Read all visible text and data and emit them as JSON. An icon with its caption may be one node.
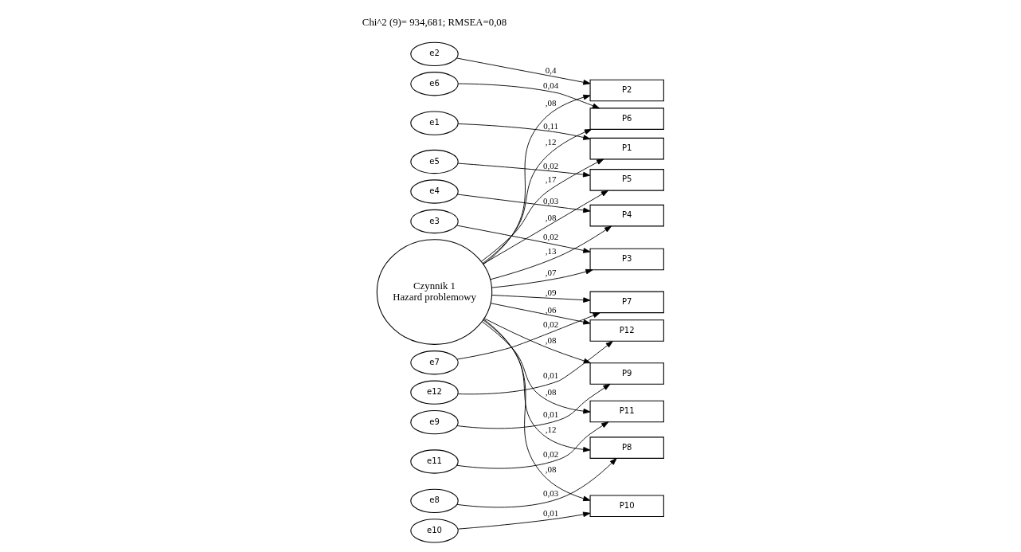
{
  "diagram": {
    "nodes": [
      {
        "text": [
          "e1"
        ]
      },
      {
        "text": [
          "e2"
        ]
      },
      {
        "text": [
          "e3"
        ]
      },
      {
        "text": [
          "e4"
        ]
      },
      {
        "text": [
          "e5"
        ]
      },
      {
        "text": [
          "e6"
        ]
      },
      {
        "text": [
          "e7"
        ]
      },
      {
        "text": [
          "e8"
        ]
      },
      {
        "text": [
          "e9"
        ]
      },
      {
        "text": [
          "e10"
        ]
      },
      {
        "text": [
          "e11"
        ]
      },
      {
        "text": [
          "e12"
        ]
      },
      {
        "text": [
          "P1"
        ]
      },
      {
        "text": [
          "P2"
        ]
      },
      {
        "text": [
          "P3"
        ]
      },
      {
        "text": [
          "P4"
        ]
      },
      {
        "text": [
          "P5"
        ]
      },
      {
        "text": [
          "P6"
        ]
      },
      {
        "text": [
          "P7"
        ]
      },
      {
        "text": [
          "P8"
        ]
      },
      {
        "text": [
          "P9"
        ]
      },
      {
        "text": [
          "P10"
        ]
      },
      {
        "text": [
          "P11"
        ]
      },
      {
        "text": [
          "P12"
        ]
      },
      {
        "text": [
          "Czynnik 1",
          "Hazard problemowy"
        ]
      }
    ],
    "edges": [
      {
        "from": 0,
        "to": 12,
        "arrow": "to",
        "label": "0,11"
      },
      {
        "from": 1,
        "to": 13,
        "arrow": "to",
        "label": "0,4"
      },
      {
        "from": 2,
        "to": 14,
        "arrow": "to",
        "label": "0,02"
      },
      {
        "from": 3,
        "to": 15,
        "arrow": "to",
        "label": "0,03"
      },
      {
        "from": 4,
        "to": 16,
        "arrow": "to",
        "label": "0,02"
      },
      {
        "from": 5,
        "to": 17,
        "arrow": "to",
        "label": "0,04"
      },
      {
        "from": 6,
        "to": 18,
        "arrow": "to",
        "label": "0,02"
      },
      {
        "from": 7,
        "to": 19,
        "arrow": "to",
        "label": "0,03"
      },
      {
        "from": 8,
        "to": 20,
        "arrow": "to",
        "label": "0,01"
      },
      {
        "from": 9,
        "to": 21,
        "arrow": "to",
        "label": "0,01"
      },
      {
        "from": 10,
        "to": 22,
        "arrow": "to",
        "label": "0,02"
      },
      {
        "from": 11,
        "to": 23,
        "arrow": "to",
        "label": "0,01"
      },
      {
        "from": 24,
        "to": 12,
        "arrow": "to",
        "label": ",17"
      },
      {
        "from": 24,
        "to": 13,
        "arrow": "to",
        "label": ",08"
      },
      {
        "from": 24,
        "to": 14,
        "arrow": "to",
        "label": ",07"
      },
      {
        "from": 24,
        "to": 15,
        "arrow": "to",
        "label": ",13"
      },
      {
        "from": 24,
        "to": 16,
        "arrow": "to",
        "label": ",08"
      },
      {
        "from": 24,
        "to": 17,
        "arrow": "to",
        "label": ",12"
      },
      {
        "from": 24,
        "to": 18,
        "arrow": "to",
        "label": ",09"
      },
      {
        "from": 24,
        "to": 19,
        "arrow": "to",
        "label": ",12"
      },
      {
        "from": 24,
        "to": 20,
        "arrow": "to",
        "label": ",08"
      },
      {
        "from": 24,
        "to": 21,
        "arrow": "to",
        "label": ",08"
      },
      {
        "from": 24,
        "to": 22,
        "arrow": "to",
        "label": ",08"
      },
      {
        "from": 24,
        "to": 23,
        "arrow": "to",
        "label": ",06"
      }
    ],
    "labels": [
      "Chi^2 (9)= 934,681; RMSEA=0,08"
    ]
  }
}
